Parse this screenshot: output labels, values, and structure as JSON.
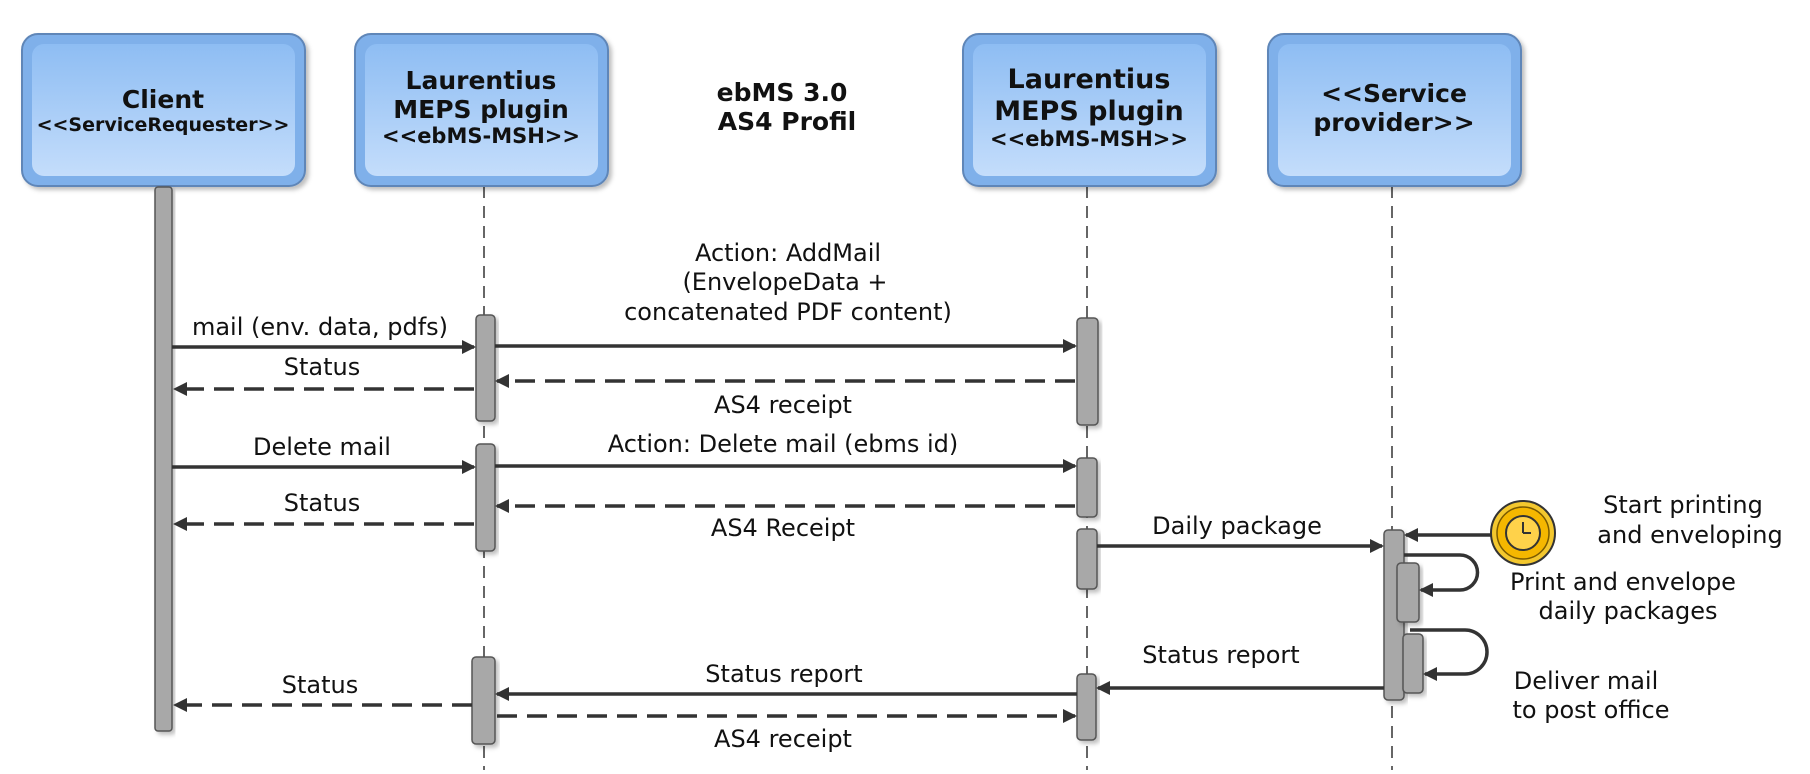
{
  "title": {
    "line1": "ebMS 3.0",
    "line2": "AS4 Profil"
  },
  "participants": {
    "client": {
      "line1": "Client",
      "line2": "<<ServiceRequester>>"
    },
    "msh1": {
      "line1": "Laurentius",
      "line2": "MEPS plugin",
      "line3": "<<ebMS-MSH>>"
    },
    "msh2": {
      "line1": "Laurentius",
      "line2": "MEPS plugin",
      "line3": "<<ebMS-MSH>>"
    },
    "provider": {
      "line1": "<<Service",
      "line2": "provider>>"
    }
  },
  "messages": {
    "mail": "mail (env. data, pdfs)",
    "status1": "Status",
    "addmail1": "Action: AddMail",
    "addmail2": "(EnvelopeData +",
    "addmail3": "concatenated PDF content)",
    "receipt1": "AS4 receipt",
    "delete": "Delete mail",
    "status2": "Status",
    "delete_action": "Action: Delete mail (ebms id)",
    "receipt2": "AS4 Receipt",
    "daily": "Daily package",
    "status_report_right": "Status report",
    "status_report_mid": "Status report",
    "status3": "Status",
    "receipt3": "AS4 receipt"
  },
  "timer": {
    "label1": "Start printing",
    "label2": "and enveloping",
    "icon": "clock-icon"
  },
  "notes": {
    "print1": "Print and envelope",
    "print2": "daily packages",
    "deliver1": "Deliver mail",
    "deliver2": "to post office"
  },
  "colors": {
    "box_fill_top": "#a9cdf7",
    "box_fill_bottom": "#7eaee6",
    "box_border": "#5f86b8",
    "activation": "#a8a8a8",
    "arrow": "#333333",
    "timer_fill": "#f5b700"
  }
}
